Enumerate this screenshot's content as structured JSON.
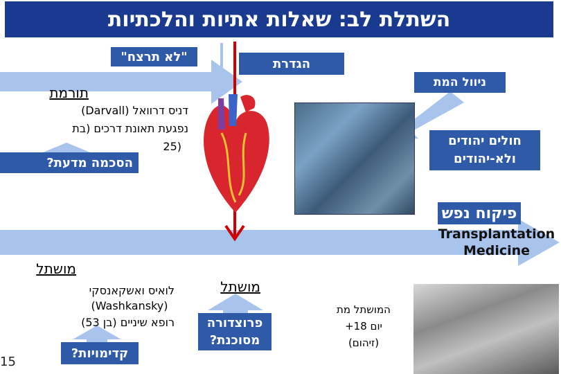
{
  "title": "השתלת לב: שאלות אתיות והלכתיות",
  "boxes": {
    "lo_tirtzach": "\"לא תרצח\"",
    "hagdarat": "הגדרת",
    "niyul_hamet": "ניוול המת",
    "cholim": "חולים יהודים\nולא-יהודים",
    "pikuach": "פיקוח נפש",
    "haskama": "הסכמה מדעת?",
    "kdimuyot": "קדימויות?",
    "protzedura": "פרוצדורה\nמסוכנת?"
  },
  "donor": {
    "heading": "תורמת",
    "line1": "דניס דרוואל (Darvall)",
    "line2": "נפגעת תאונת דרכים (בת",
    "line3": "25)"
  },
  "recipient": {
    "heading": "מושתל",
    "line1": "לואיס ואשקאנסקי",
    "line2": "(Washkansky)",
    "line3": "רופא שיניים (בן 53)"
  },
  "transplanted_label": "מושתל",
  "transplant_medicine": "Transplantation\nMedicine",
  "death_note": {
    "line1": "המושתל מת",
    "line2": "יום 18+",
    "line3": "(זיהום)"
  },
  "slide_number": "15",
  "colors": {
    "title_bg": "#1a3a8f",
    "box_bg": "#2e5aa8",
    "arrow_light": "#a9c4ec",
    "arrow_red": "#cc0000"
  }
}
